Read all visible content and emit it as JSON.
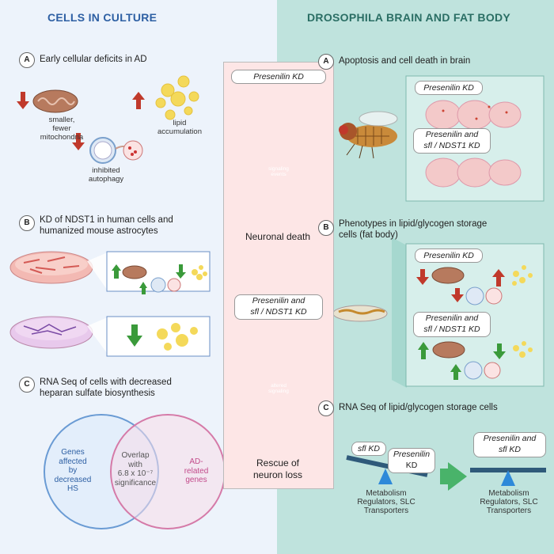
{
  "headers": {
    "left": "CELLS IN CULTURE",
    "right": "DROSOPHILA BRAIN AND FAT BODY"
  },
  "left": {
    "a": {
      "badge": "A",
      "title": "Early cellular deficits in AD",
      "mito_label": "smaller,\nfewer\nmitochondria",
      "lipid_label": "lipid\naccumulation",
      "autophagy_label": "inhibited\nautophagy"
    },
    "b": {
      "badge": "B",
      "title_l1": "KD of NDST1 in human cells and",
      "title_l2": "humanized mouse astrocytes"
    },
    "c": {
      "badge": "C",
      "title_l1": "RNA Seq of cells with decreased",
      "title_l2": "heparan sulfate biosynthesis",
      "venn_left": "Genes\naffected\nby\ndecreased\nHS",
      "venn_overlap": "Overlap\nwith\n6.8 x 10⁻⁷\nsignificance",
      "venn_right": "AD-\nrelated\ngenes"
    }
  },
  "center": {
    "top_label": "Presenilin KD",
    "arrow_top": "signaling\nevents",
    "top_caption": "Neuronal death",
    "bottom_label_l1": "Presenilin and",
    "bottom_label_l2": "sfl / NDST1 KD",
    "arrow_bottom": "altered\nsignaling",
    "bottom_caption_l1": "Rescue of",
    "bottom_caption_l2": "neuron loss"
  },
  "right": {
    "a": {
      "badge": "A",
      "title": "Apoptosis and cell death in brain",
      "box1": "Presenilin KD",
      "box2_l1": "Presenilin and",
      "box2_l2": "sfl / NDST1 KD"
    },
    "b": {
      "badge": "B",
      "title_l1": "Phenotypes in lipid/glycogen storage",
      "title_l2": "cells (fat body)",
      "box1": "Presenilin KD",
      "box2_l1": "Presenilin and",
      "box2_l2": "sfl / NDST1 KD"
    },
    "c": {
      "badge": "C",
      "title": "RNA Seq of lipid/glycogen storage cells",
      "sfl": "sfl KD",
      "pres_l1": "Presenilin",
      "pres_l2": "KD",
      "right_l1": "Presenilin and",
      "right_l2": "sfl KD",
      "caption": "Metabolism\nRegulators, SLC\nTransporters"
    }
  }
}
